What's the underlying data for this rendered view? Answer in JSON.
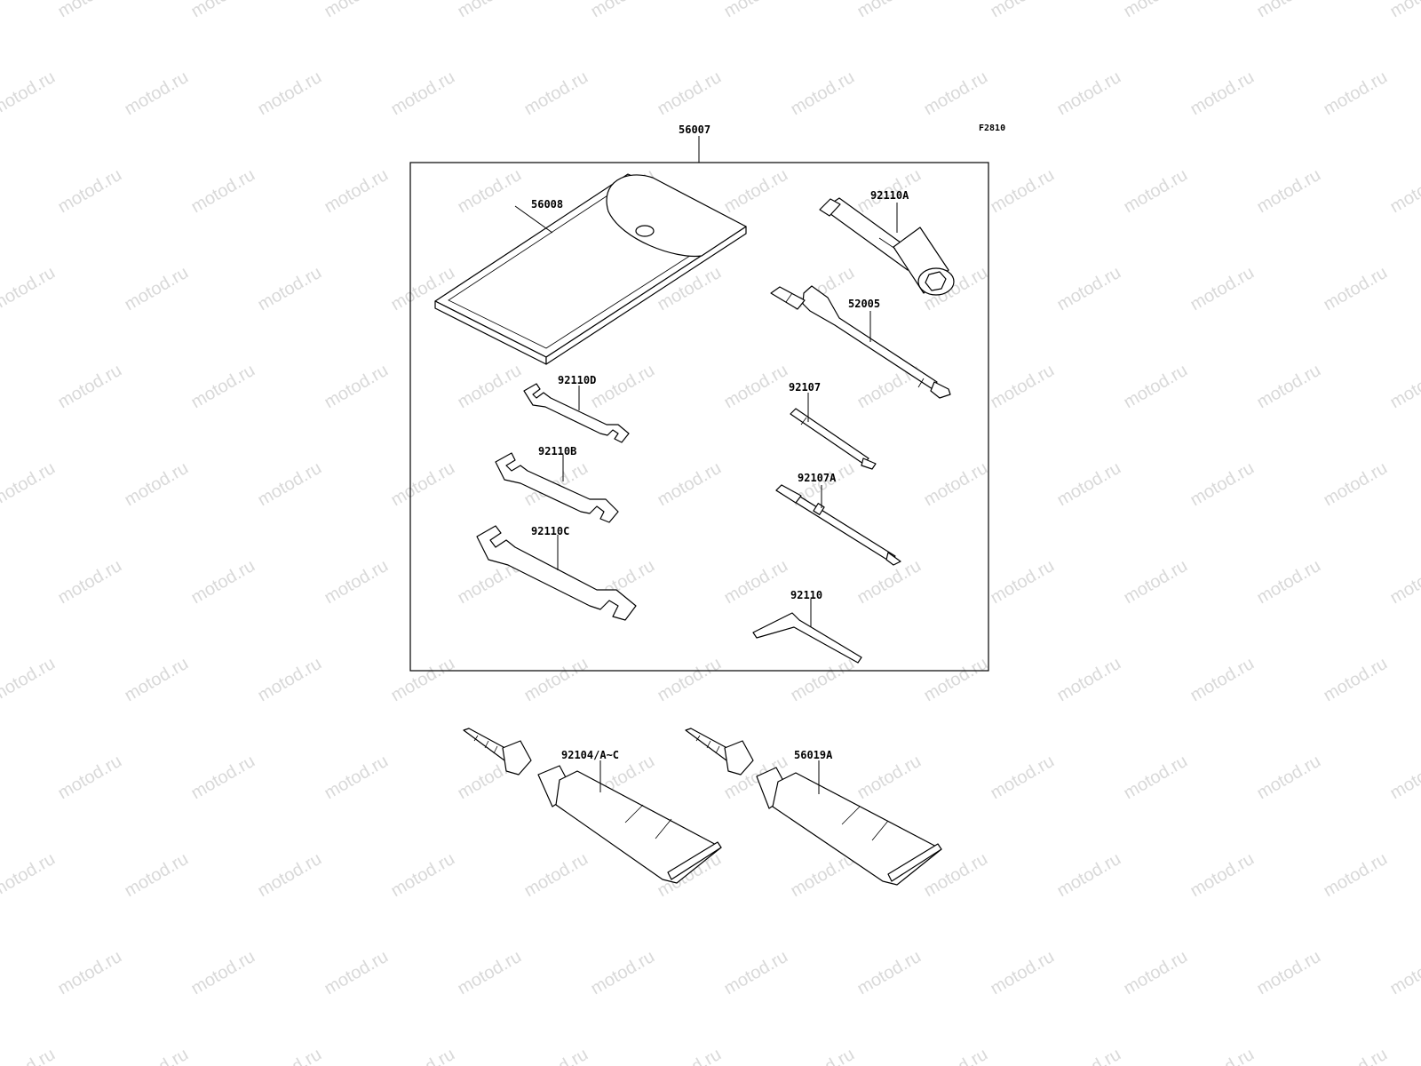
{
  "figure_code": "F2810",
  "watermark": "motod.ru",
  "parts": {
    "kit": "56007",
    "pouch": "56008",
    "plug_wrench": "92110A",
    "handle": "52005",
    "screwdriver": "92107",
    "screwdriver_a": "92107A",
    "hex_key": "92110",
    "wrench_d": "92110D",
    "wrench_b": "92110B",
    "wrench_c": "92110C",
    "tube_1": "92104/A~C",
    "tube_2": "56019A"
  }
}
